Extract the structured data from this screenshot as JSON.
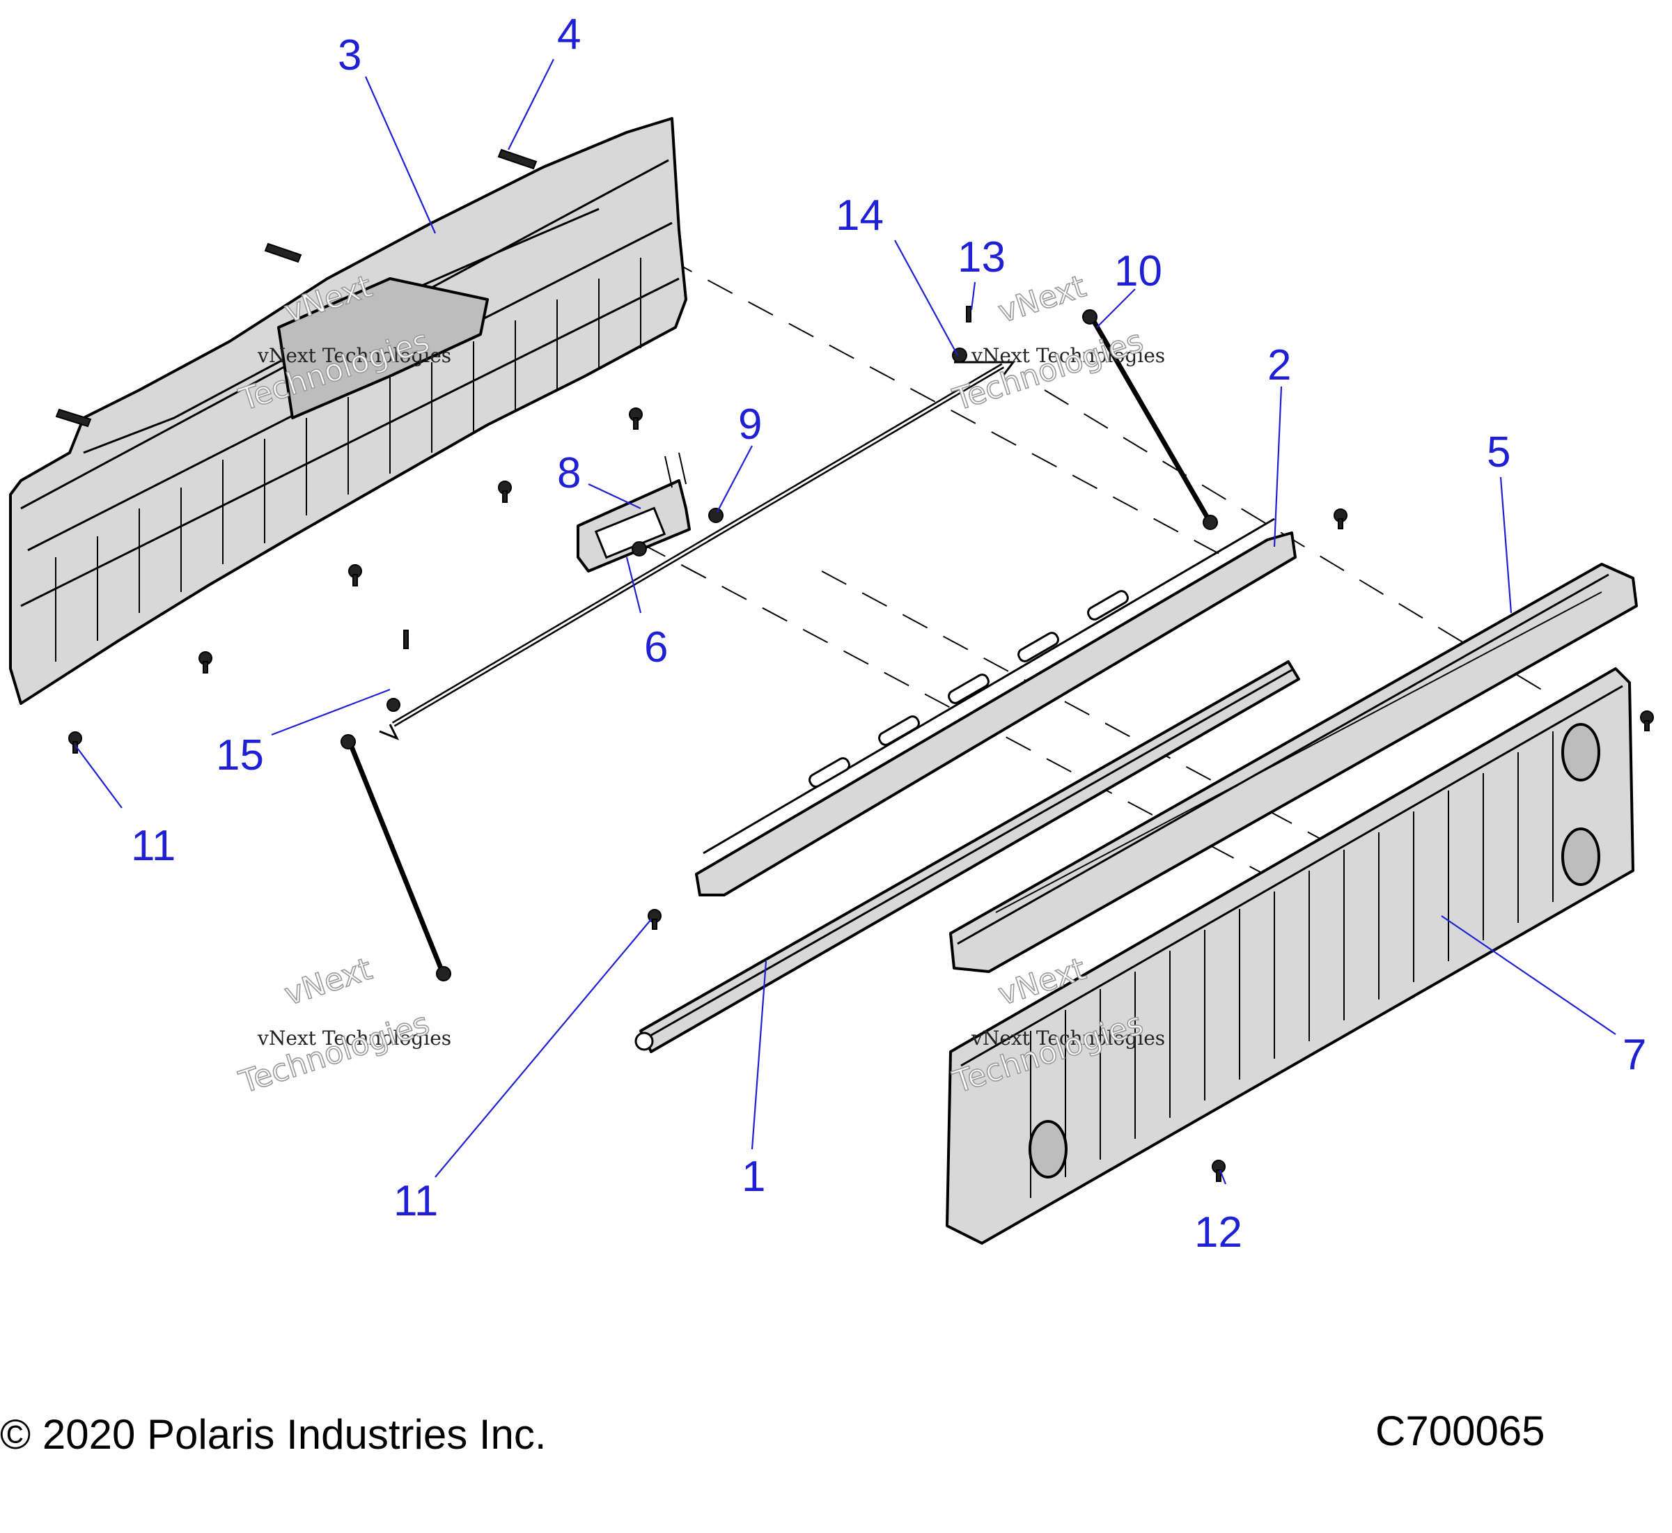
{
  "callouts": {
    "c1": "1",
    "c2": "2",
    "c3": "3",
    "c4": "4",
    "c5": "5",
    "c6": "6",
    "c7": "7",
    "c8": "8",
    "c9": "9",
    "c10": "10",
    "c11a": "11",
    "c11b": "11",
    "c12": "12",
    "c13": "13",
    "c14": "14",
    "c15": "15"
  },
  "watermark": {
    "line1": "vNext",
    "line2": "vNext Technologies",
    "line3": "Technologies"
  },
  "footer": {
    "copyright": "© 2020 Polaris Industries Inc.",
    "figure_id": "C700065"
  },
  "colors": {
    "callout": "#1f1fd6",
    "part_fill": "#d8d8d8",
    "outline": "#000000"
  }
}
